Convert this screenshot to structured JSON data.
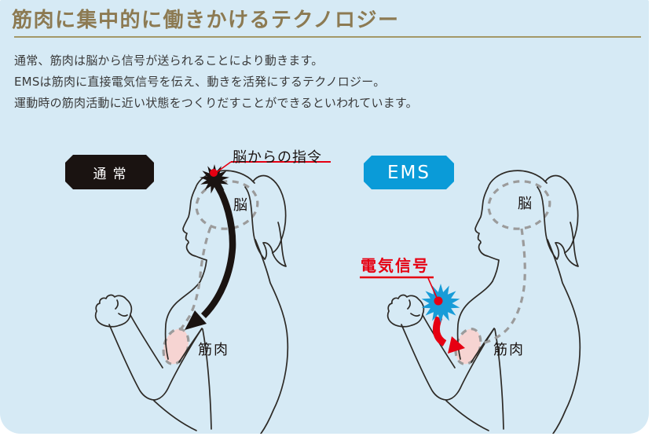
{
  "page": {
    "background": "#ffffff",
    "panel_background": "#d6eaf5"
  },
  "header": {
    "title": "筋肉に集中的に働きかけるテクノロジー"
  },
  "intro": {
    "lines": [
      "通常、筋肉は脳から信号が送られることにより動きます。",
      "EMSは筋肉に直接電気信号を伝え、動きを活発にするテクノロジー。",
      "運動時の筋肉活動に近い状態をつくりだすことができるといわれています。"
    ]
  },
  "normal_diagram": {
    "badge_label": "通常",
    "annotation": "脳からの指令",
    "brain_label": "脳",
    "muscle_label": "筋肉"
  },
  "ems_diagram": {
    "badge_label": "EMS",
    "annotation": "電気信号",
    "brain_label": "脳",
    "muscle_label": "筋肉"
  },
  "colors": {
    "title_gold": "#8c7a52",
    "divider_gold": "#a39868",
    "body_text": "#3a3a3a",
    "accent_red": "#e60012",
    "badge_black": "#1a1311",
    "badge_blue": "#0a9bd8",
    "burst_blue": "#189cd8",
    "muscle_pink": "#f6d4d2",
    "dash_gray": "#9b9b9b",
    "figure_outline": "#2d2a26"
  }
}
